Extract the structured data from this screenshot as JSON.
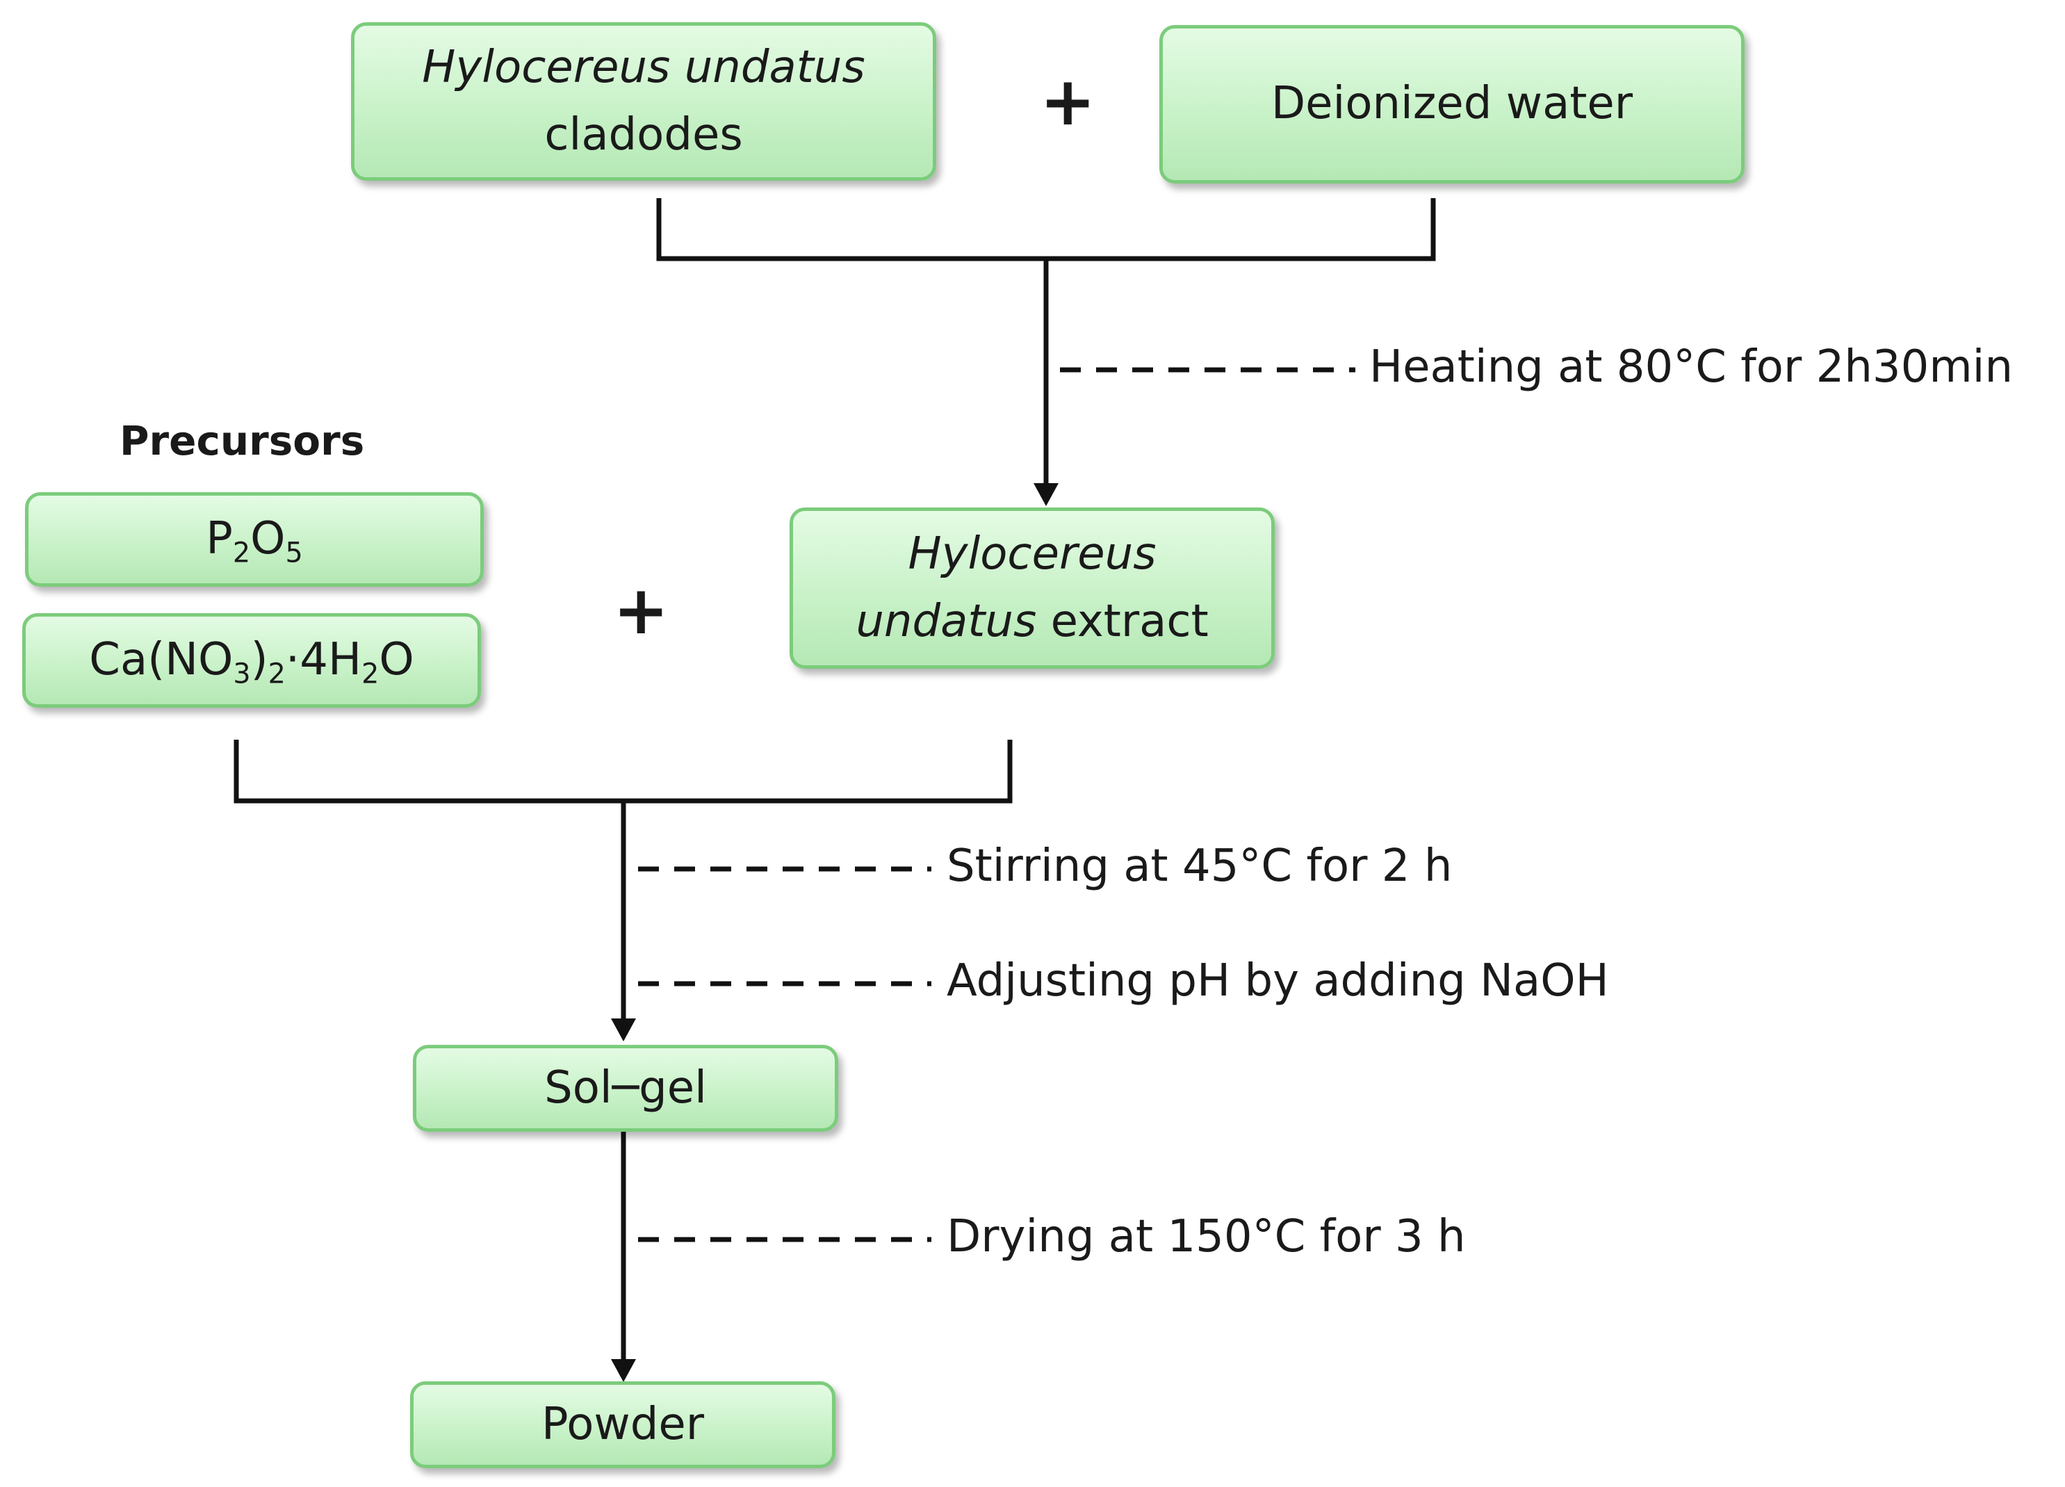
{
  "nodes": {
    "cladodes": {
      "line1": "Hylocereus undatus",
      "line2": "cladodes"
    },
    "water": {
      "label": "Deionized water"
    },
    "extract": {
      "line1": "Hylocereus",
      "line2_italic": "undatus",
      "line2_rest": " extract"
    },
    "p2o5": {
      "p1": "P",
      "s1": "2",
      "p2": "O",
      "s2": "5"
    },
    "calcium": {
      "p1": "Ca(NO",
      "s1": "3",
      "p2": ")",
      "s2": "2",
      "p3": "·4H",
      "s3": "2",
      "p4": "O"
    },
    "solgel": {
      "label": "Sol─gel"
    },
    "powder": {
      "label": "Powder"
    }
  },
  "precursors_heading": "Precursors",
  "plus_signs": [
    "+",
    "+"
  ],
  "steps": {
    "heating": "Heating at 80°C for 2h30min",
    "stirring": "Stirring at 45°C for 2 h",
    "ph": "Adjusting pH by adding NaOH",
    "drying": "Drying at 150°C for 3 h"
  },
  "colors": {
    "box_fill": "#c9f2c9",
    "box_border": "#7ccc7c",
    "line": "#111111"
  }
}
